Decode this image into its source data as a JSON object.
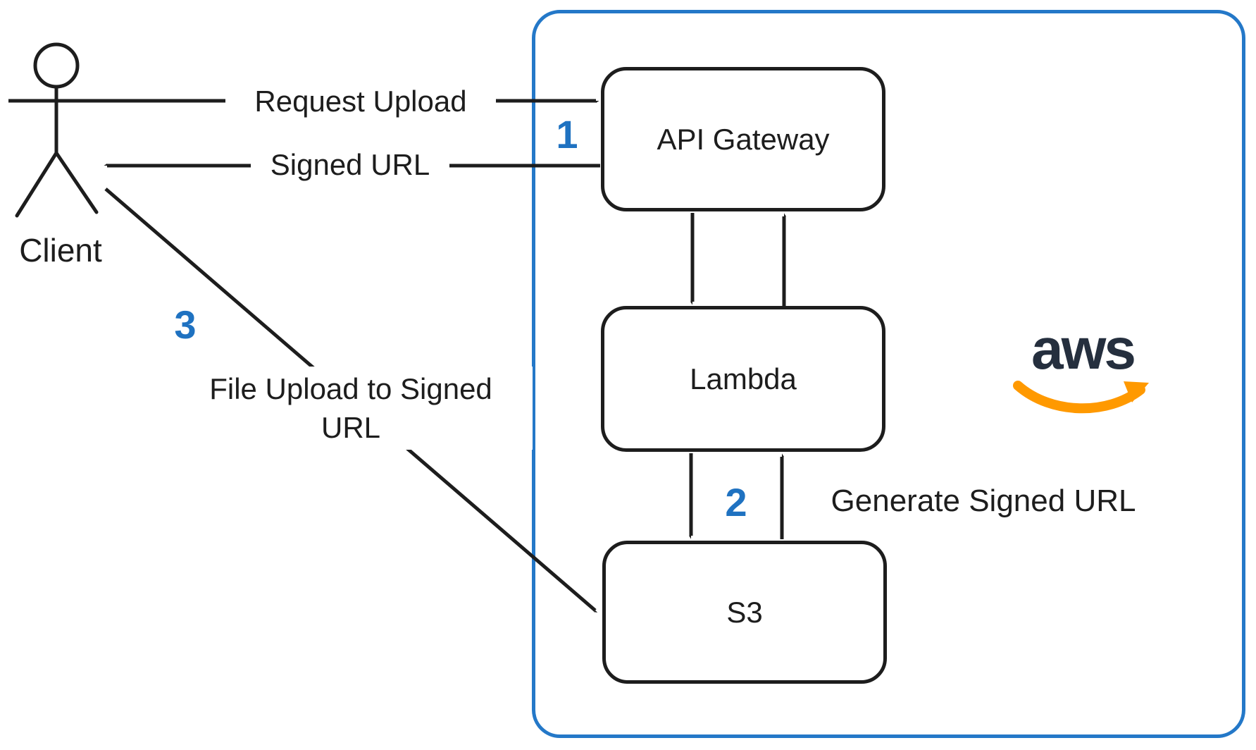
{
  "diagram": {
    "client_label": "Client",
    "aws_logo_text": "aws",
    "nodes": [
      {
        "id": "api-gateway",
        "label": "API Gateway"
      },
      {
        "id": "lambda",
        "label": "Lambda"
      },
      {
        "id": "s3",
        "label": "S3"
      }
    ],
    "edges": {
      "request_upload": "Request Upload",
      "signed_url": "Signed URL",
      "file_upload_line1": "File Upload to Signed",
      "file_upload_line2": "URL",
      "generate_signed_url": "Generate Signed URL"
    },
    "steps": {
      "one": "1",
      "two": "2",
      "three": "3"
    },
    "colors": {
      "accent_blue": "#2478C8",
      "step_blue": "#1F72C1",
      "aws_navy": "#252F3E",
      "aws_orange": "#FF9900",
      "stroke": "#1D1D1D"
    }
  }
}
